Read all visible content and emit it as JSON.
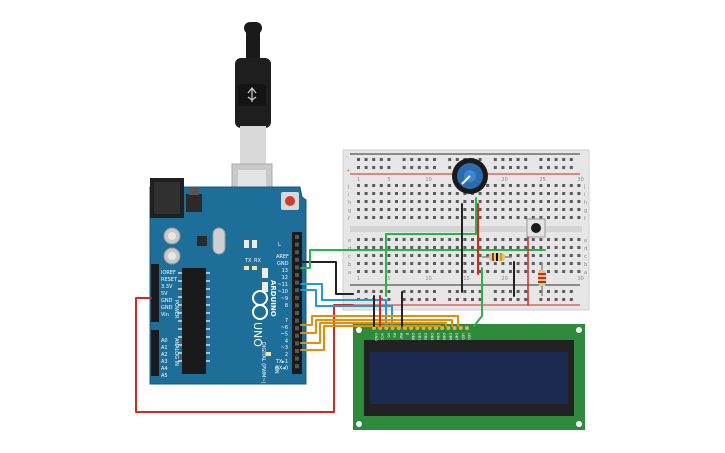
{
  "board": {
    "name": "UNO",
    "brand": "ARDUINO",
    "tx_label": "TX",
    "rx_label": "RX",
    "on_label": "ON",
    "l_label": "L",
    "aref": "AREF",
    "gnd": "GND",
    "digital_pins": [
      "13",
      "12",
      "~11",
      "~10",
      "~9",
      "8",
      "7",
      "~6",
      "~5",
      "4",
      "~3",
      "2",
      "TX▸1",
      "RX◂0"
    ],
    "digital_caption": "DIGITAL (PWM~)",
    "power_pins": [
      "IOREF",
      "RESET",
      "3.3V",
      "5V",
      "GND",
      "GND",
      "Vin"
    ],
    "power_caption": "POWER",
    "analog_pins": [
      "A0",
      "A1",
      "A2",
      "A3",
      "A4",
      "A5"
    ],
    "analog_caption": "ANALOG IN"
  },
  "breadboard": {
    "row_letters_top": [
      "j",
      "i",
      "h",
      "g",
      "f"
    ],
    "row_letters_bottom": [
      "e",
      "d",
      "c",
      "b",
      "a"
    ],
    "column_numbers": [
      "1",
      "5",
      "10",
      "15",
      "20",
      "25",
      "30"
    ],
    "rail_plus": "+",
    "rail_minus": "-"
  },
  "lcd": {
    "pin_labels": [
      "GND",
      "VCC",
      "V0",
      "RS",
      "RW",
      "E",
      "DB0",
      "DB1",
      "DB2",
      "DB3",
      "DB4",
      "DB5",
      "DB6",
      "DB7",
      "LED",
      "LED"
    ]
  },
  "colors": {
    "board": "#1d6e99",
    "breadboard": "#e6e6e6",
    "lcd_pcb": "#2e8b3c",
    "lcd_screen": "#1c2a52",
    "wire_red": "#e2231a",
    "wire_black": "#222222",
    "wire_green": "#2bb34a",
    "wire_blue": "#1f9bd7",
    "wire_orange": "#f08a00",
    "pot_knob": "#2b6cb0"
  },
  "icons": [
    "usb-cable-icon",
    "potentiometer-icon",
    "pushbutton-icon",
    "resistor-icon",
    "infinity-logo-icon"
  ]
}
